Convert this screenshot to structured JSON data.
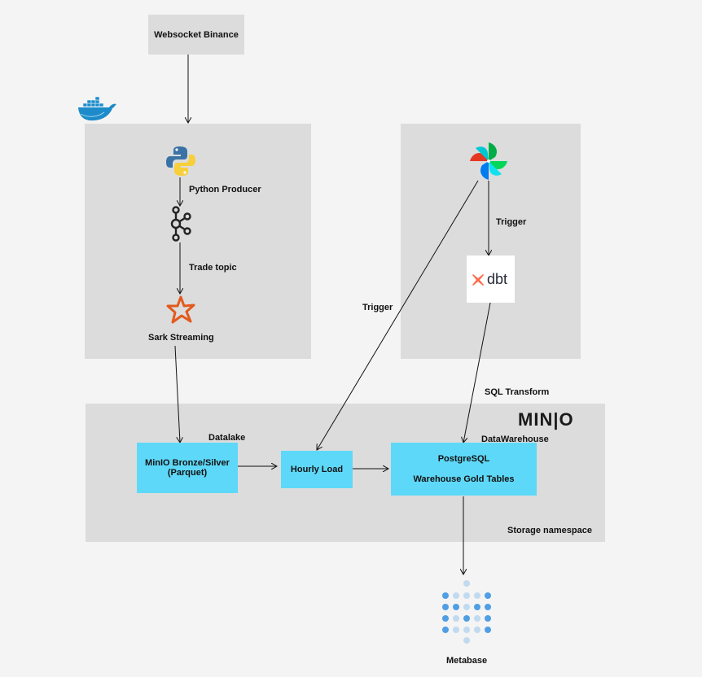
{
  "nodes": {
    "websocket": "Websocket Binance",
    "minio_bronze_line1": "MinIO Bronze/Silver",
    "minio_bronze_line2": "(Parquet)",
    "hourly_load": "Hourly Load",
    "postgres_line1": "PostgreSQL",
    "postgres_line2": "Warehouse Gold Tables"
  },
  "labels": {
    "python_producer": "Python Producer",
    "trade_topic": "Trade topic",
    "spark_streaming": "Sark Streaming",
    "trigger_dbt": "Trigger",
    "trigger_load": "Trigger",
    "sql_transform": "SQL Transform",
    "datalake": "Datalake",
    "datawarehouse": "DataWarehouse",
    "storage_namespace": "Storage namespace",
    "metabase": "Metabase",
    "minio_logo": "MIN|O",
    "dbt_logo": "dbt"
  },
  "icons": {
    "docker": "docker-icon",
    "python": "python-icon",
    "kafka": "kafka-icon",
    "spark": "spark-icon",
    "airflow": "airflow-icon",
    "dbt": "dbt-icon",
    "minio": "minio-logo",
    "metabase": "metabase-icon"
  },
  "colors": {
    "panel": "#dcdcdc",
    "node_cyan": "#5ed8f8",
    "background": "#f4f4f4",
    "dbt_orange": "#ff694a",
    "metabase_blue": "#509ee3"
  }
}
